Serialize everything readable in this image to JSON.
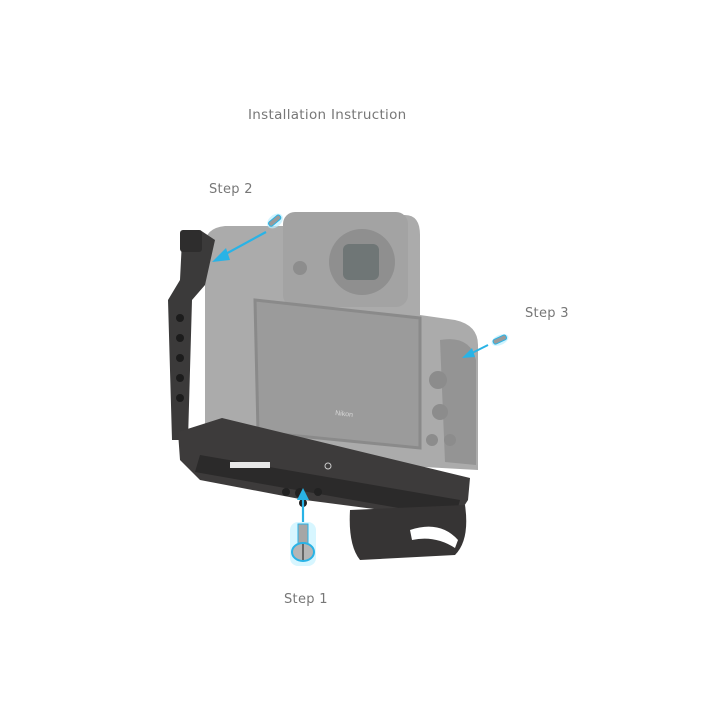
{
  "title": "Installation Instruction",
  "steps": [
    {
      "label": "Step 1"
    },
    {
      "label": "Step 2"
    },
    {
      "label": "Step 3"
    }
  ],
  "camera_logo": "Nikon",
  "colors": {
    "arrow": "#29b3e6",
    "cage": "#3b3a3a",
    "camera": "#a8a8a8",
    "text": "#777777"
  }
}
